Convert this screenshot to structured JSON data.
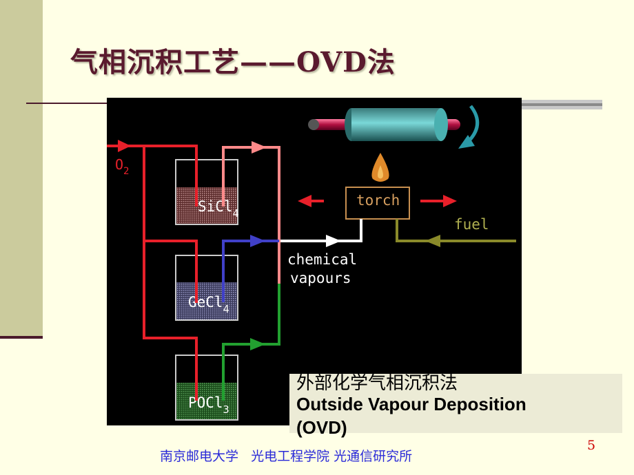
{
  "title": "气相沉积工艺——OVD法",
  "diagram": {
    "o2_label": "O",
    "o2_sub": "2",
    "baths": [
      {
        "name": "SiCl",
        "sub": "4"
      },
      {
        "name": "GeCl",
        "sub": "4"
      },
      {
        "name": "POCl",
        "sub": "3"
      }
    ],
    "torch_label": "torch",
    "fuel_label": "fuel",
    "vapour_line1": "chemical",
    "vapour_line2": "vapours"
  },
  "caption": {
    "zh": "外部化学气相沉积法",
    "en_line1": "Outside Vapour Deposition",
    "en_line2": "(OVD)"
  },
  "footer": "南京邮电大学   光电工程学院 光通信研究所",
  "page_number": "5",
  "colors": {
    "title": "#5a1a2e",
    "o2_line": "#e8202a",
    "sicl4_out": "#ff8a8a",
    "gecl4_out": "#4040c8",
    "pocl3_out": "#22a030",
    "fuel_line": "#8a8a2a",
    "footer": "#2a2ad8",
    "page_number": "#cc0000"
  }
}
